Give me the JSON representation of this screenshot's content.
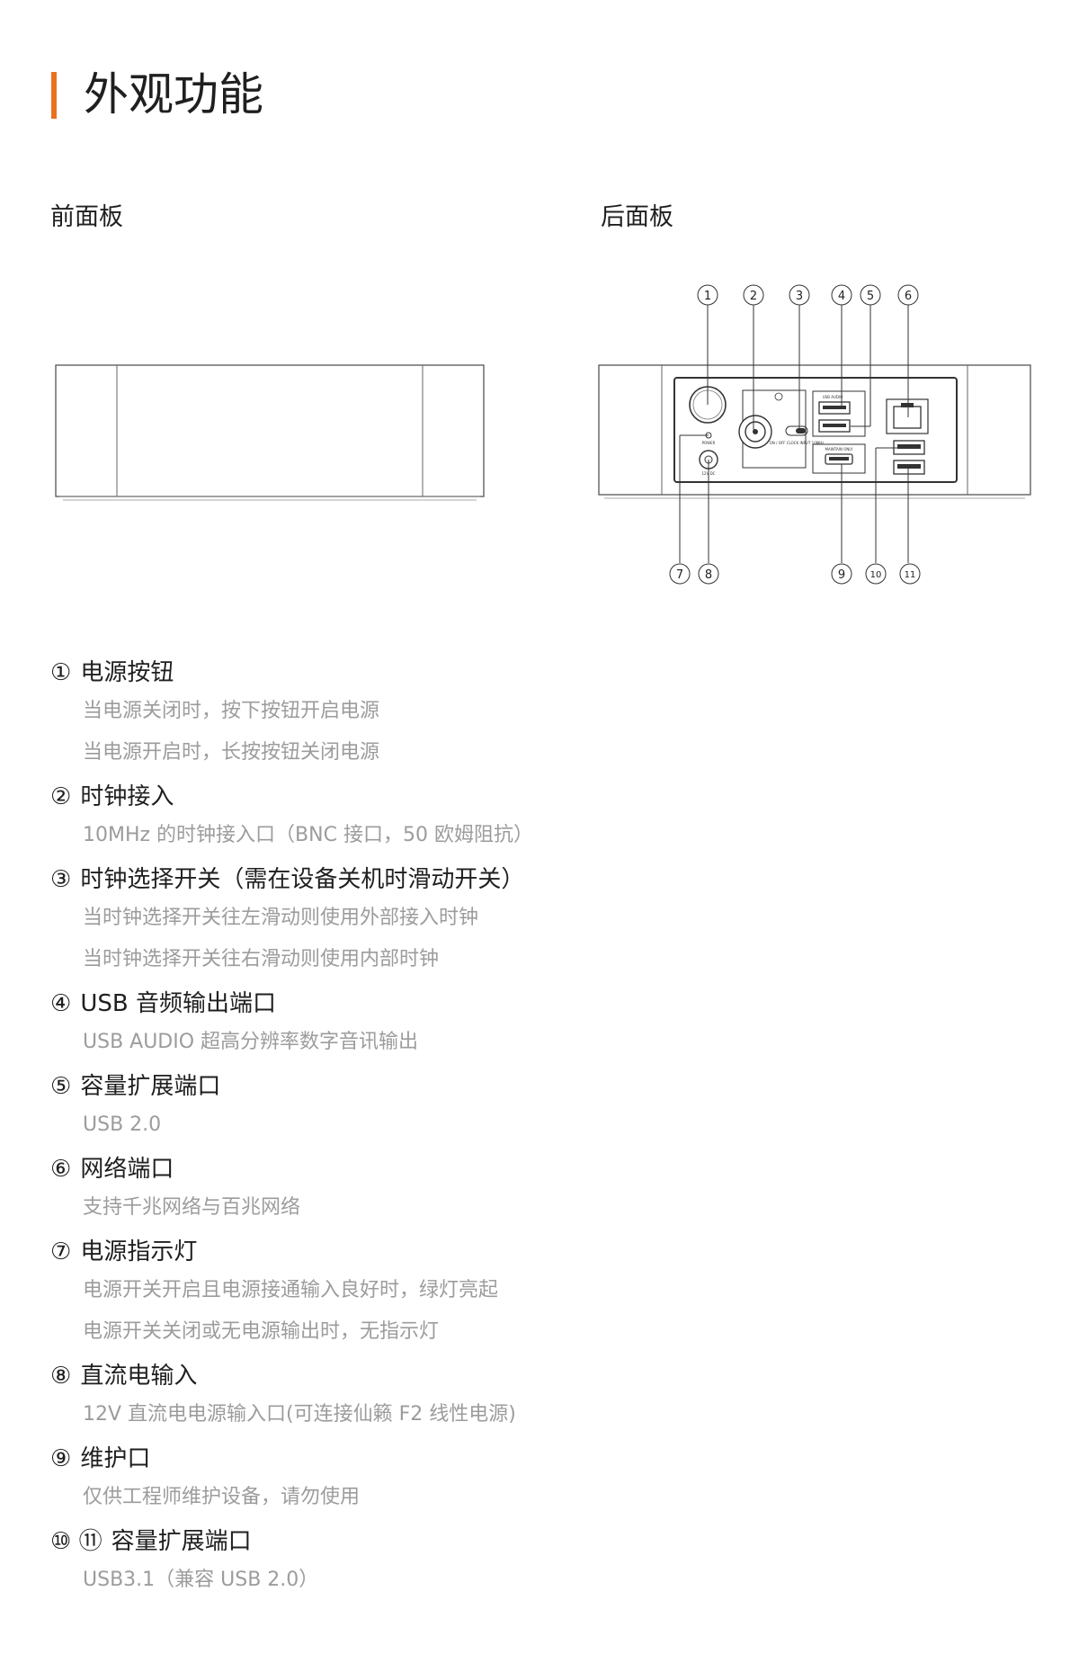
{
  "page": {
    "title": "外观功能",
    "accent_color": "#e8731e"
  },
  "panels": {
    "front_label": "前面板",
    "rear_label": "后面板"
  },
  "rear_callouts": {
    "top": [
      "①",
      "②",
      "③",
      "④",
      "⑤",
      "⑥"
    ],
    "bottom": [
      "⑦",
      "⑧",
      "⑨",
      "⑩",
      "⑪"
    ]
  },
  "rear_device_labels": {
    "power": "POWER",
    "dc": "12V DC",
    "usb_audio": "USB AUDIO",
    "clock_switch": "ON / OFF CLOCK INPUT 10MHz",
    "maintenance": "MAINTAIN ONLY"
  },
  "features": [
    {
      "index": "①",
      "title": "电源按钮",
      "desc": [
        "当电源关闭时，按下按钮开启电源",
        "当电源开启时，长按按钮关闭电源"
      ]
    },
    {
      "index": "②",
      "title": "时钟接入",
      "desc": [
        "10MHz 的时钟接入口（BNC 接口，50 欧姆阻抗）"
      ]
    },
    {
      "index": "③",
      "title": "时钟选择开关（需在设备关机时滑动开关）",
      "desc": [
        "当时钟选择开关往左滑动则使用外部接入时钟",
        "当时钟选择开关往右滑动则使用内部时钟"
      ]
    },
    {
      "index": "④",
      "title": "USB 音频输出端口",
      "desc": [
        "USB AUDIO 超高分辨率数字音讯输出"
      ]
    },
    {
      "index": "⑤",
      "title": "容量扩展端口",
      "desc": [
        "USB 2.0"
      ]
    },
    {
      "index": "⑥",
      "title": "网络端口",
      "desc": [
        "支持千兆网络与百兆网络"
      ]
    },
    {
      "index": "⑦",
      "title": "电源指示灯",
      "desc": [
        "电源开关开启且电源接通输入良好时，绿灯亮起",
        "电源开关关闭或无电源输出时，无指示灯"
      ]
    },
    {
      "index": "⑧",
      "title": "直流电输入",
      "desc": [
        "12V 直流电电源输入口(可连接仙籁 F2 线性电源)"
      ]
    },
    {
      "index": "⑨",
      "title": "维护口",
      "desc": [
        "仅供工程师维护设备，请勿使用"
      ]
    },
    {
      "index": "⑩ ⑪",
      "title": "容量扩展端口",
      "desc": [
        "USB3.1（兼容 USB 2.0）"
      ]
    }
  ]
}
